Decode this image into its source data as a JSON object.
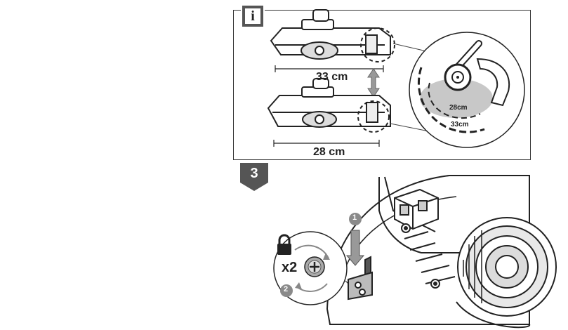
{
  "info_panel": {
    "badge_icon": "info-icon",
    "badge_letter": "i",
    "top_width_label": "33 cm",
    "bottom_width_label": "28 cm",
    "detail_inner_label": "28cm",
    "detail_outer_label": "33cm"
  },
  "step_panel": {
    "step_number": "3",
    "multiplier_label": "x2",
    "callout_1": "1",
    "callout_2": "2",
    "lock_icon": "padlock-icon",
    "screw_icon": "phillips-screw-icon"
  },
  "colors": {
    "badge_gray": "#555555",
    "line_dark": "#222222",
    "shade_gray": "#bdbdbd",
    "callout_gray": "#8a8a8a"
  }
}
